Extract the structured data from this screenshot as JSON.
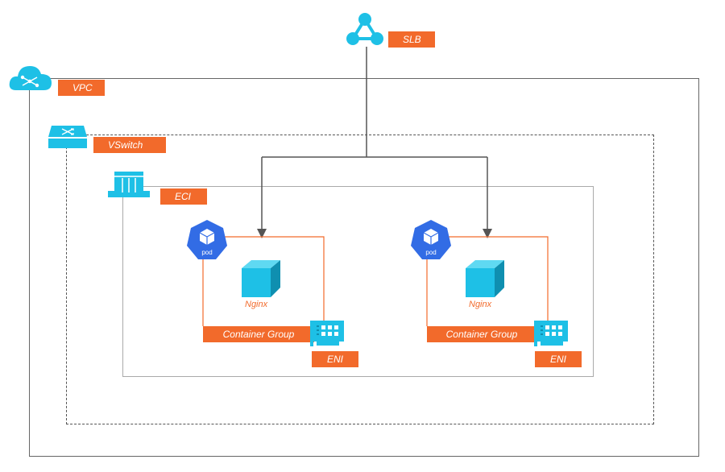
{
  "labels": {
    "slb": "SLB",
    "vpc": "VPC",
    "vswitch": "VSwitch",
    "eci": "ECI",
    "nginx": "Nginx",
    "container_group": "Container Group",
    "eni": "ENI",
    "pod": "pod"
  },
  "groups": [
    {
      "id": 1,
      "nginx": "Nginx",
      "container_group": "Container Group",
      "eni": "ENI",
      "pod": "pod"
    },
    {
      "id": 2,
      "nginx": "Nginx",
      "container_group": "Container Group",
      "eni": "ENI",
      "pod": "pod"
    }
  ],
  "colors": {
    "accent": "#f26a2b",
    "icon_cyan": "#1ec0e6",
    "k8s_blue": "#326ce5",
    "connector": "#555555"
  },
  "icons": [
    "slb-icon",
    "vpc-cloud-icon",
    "vswitch-icon",
    "eci-icon",
    "pod-icon",
    "nginx-cube-icon",
    "eni-card-icon"
  ]
}
